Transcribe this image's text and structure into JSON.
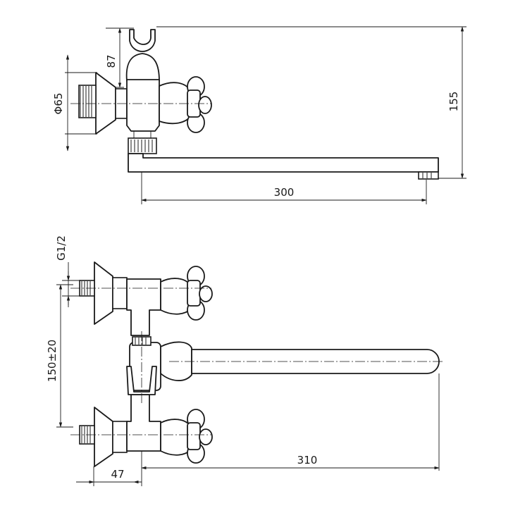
{
  "side_view": {
    "dim_diameter": "Φ65",
    "dim_height_holder": "87",
    "dim_total_height": "155",
    "dim_spout_reach": "300"
  },
  "top_view": {
    "dim_thread": "G1/2",
    "dim_center_distance": "150±20",
    "dim_offset": "47",
    "dim_spout_length": "310"
  }
}
